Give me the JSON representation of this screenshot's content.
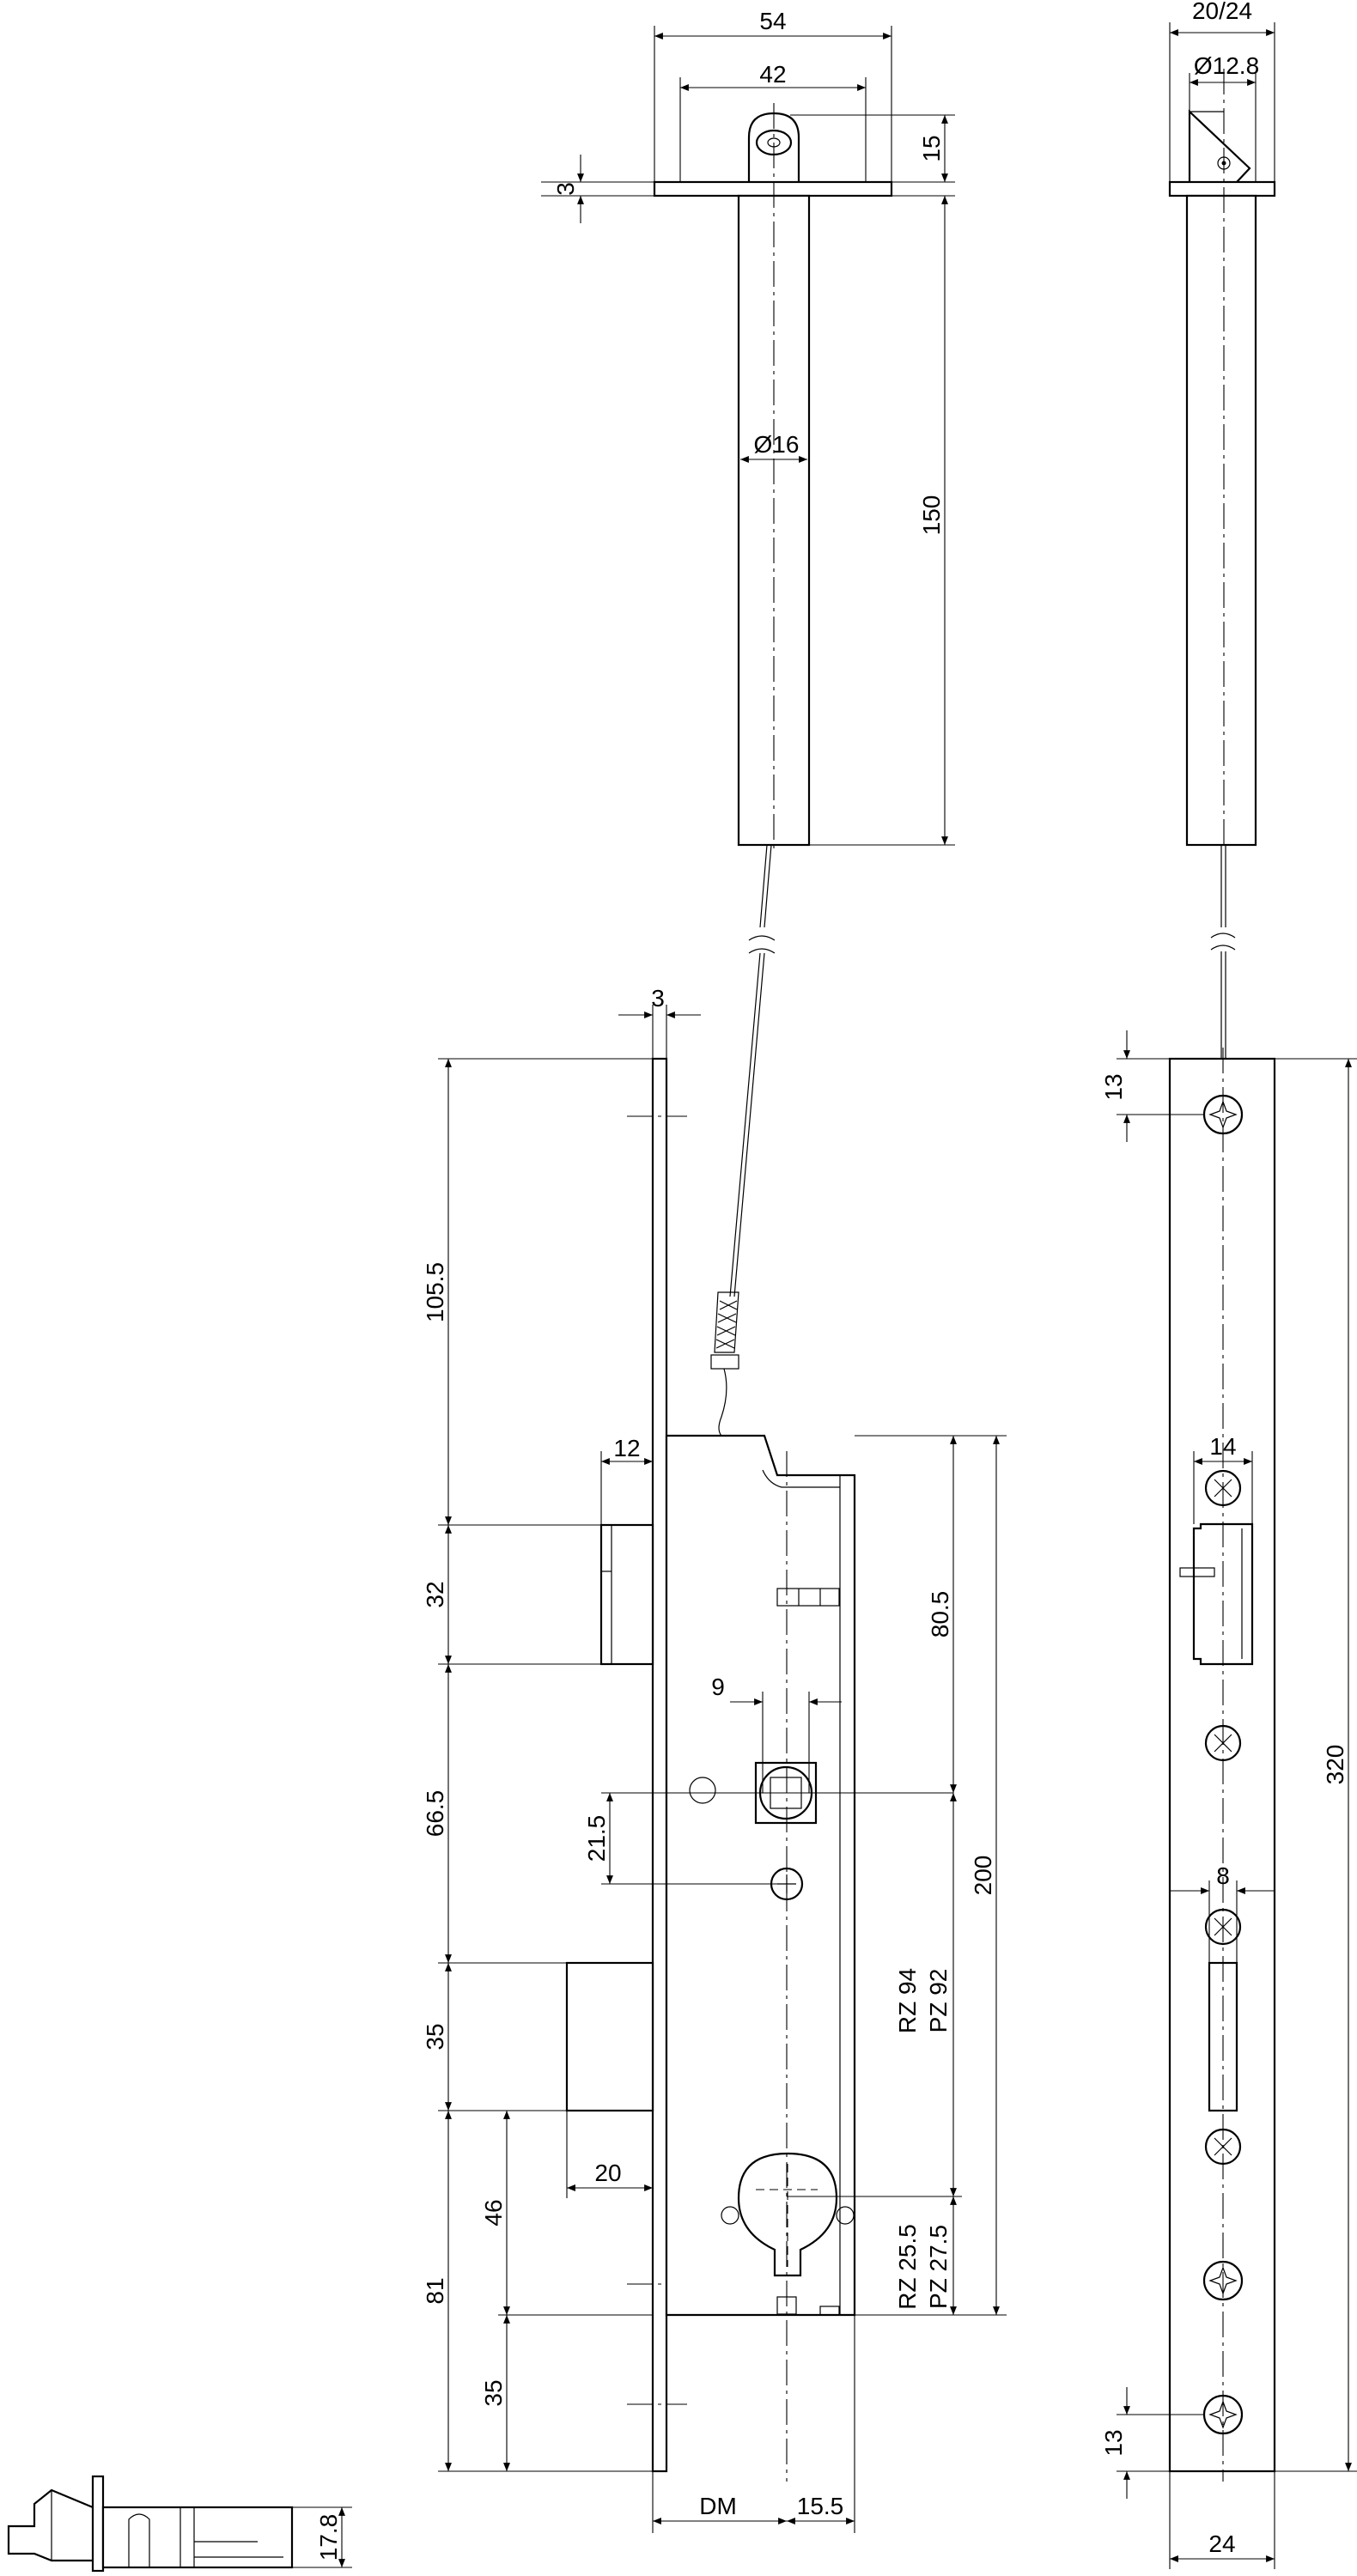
{
  "labels": {
    "d54": "54",
    "d42": "42",
    "d15": "15",
    "d3_top": "3",
    "d150": "150",
    "dia16": "Ø16",
    "d20_24": "20/24",
    "dia12_8": "Ø12.8",
    "d3_face": "3",
    "d105_5": "105.5",
    "d12": "12",
    "d32": "32",
    "d66_5": "66.5",
    "d21_5": "21.5",
    "d9": "9",
    "d80_5": "80.5",
    "d200": "200",
    "d35_latch": "35",
    "d20": "20",
    "d46": "46",
    "d81": "81",
    "d35_bottom": "35",
    "rz94": "RZ 94",
    "pz92": "PZ 92",
    "rz25_5": "RZ 25.5",
    "pz27_5": "PZ 27.5",
    "dm": "DM",
    "d15_5": "15.5",
    "d13_top": "13",
    "d14": "14",
    "d8": "8",
    "d320": "320",
    "d13_bottom": "13",
    "d24": "24",
    "d17_8": "17.8"
  }
}
